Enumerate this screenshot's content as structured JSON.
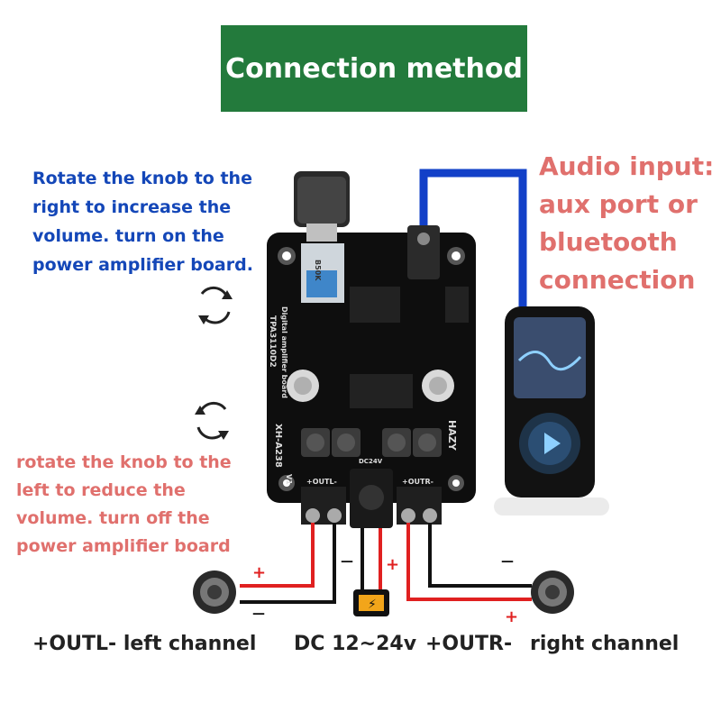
{
  "title": "Connection method",
  "rotate_right": {
    "lines": [
      "Rotate the knob to the",
      "right to increase the",
      "volume. turn on the",
      "power amplifier board."
    ]
  },
  "rotate_left": {
    "lines": [
      "rotate the knob to the",
      "left to reduce the",
      "volume. turn off the",
      "power amplifier board"
    ]
  },
  "audio_input": {
    "lines": [
      "Audio input:",
      "aux port or",
      "bluetooth",
      "connection"
    ]
  },
  "board": {
    "chip_label": "TPA3110D2",
    "board_label": "Digital amplifier board",
    "model_label": "XH-A238",
    "version_label": "V1",
    "brand_label": "HAZY",
    "pot_label": "B50K",
    "left_terminal": "+OUTL-",
    "right_terminal": "+OUTR-",
    "dc_label": "DC24V"
  },
  "polarity": {
    "plus": "+",
    "minus": "—"
  },
  "bottom_labels": {
    "left": "+OUTL- left channel",
    "dc": "DC 12~24v",
    "right_terminal": "+OUTR-",
    "right": "right channel"
  },
  "colors": {
    "title_bg": "#237a3c",
    "blue_text": "#1447b8",
    "red_text": "#e0706d",
    "aux_cable": "#1240c8",
    "wire_red": "#e02020",
    "wire_black": "#111111"
  }
}
